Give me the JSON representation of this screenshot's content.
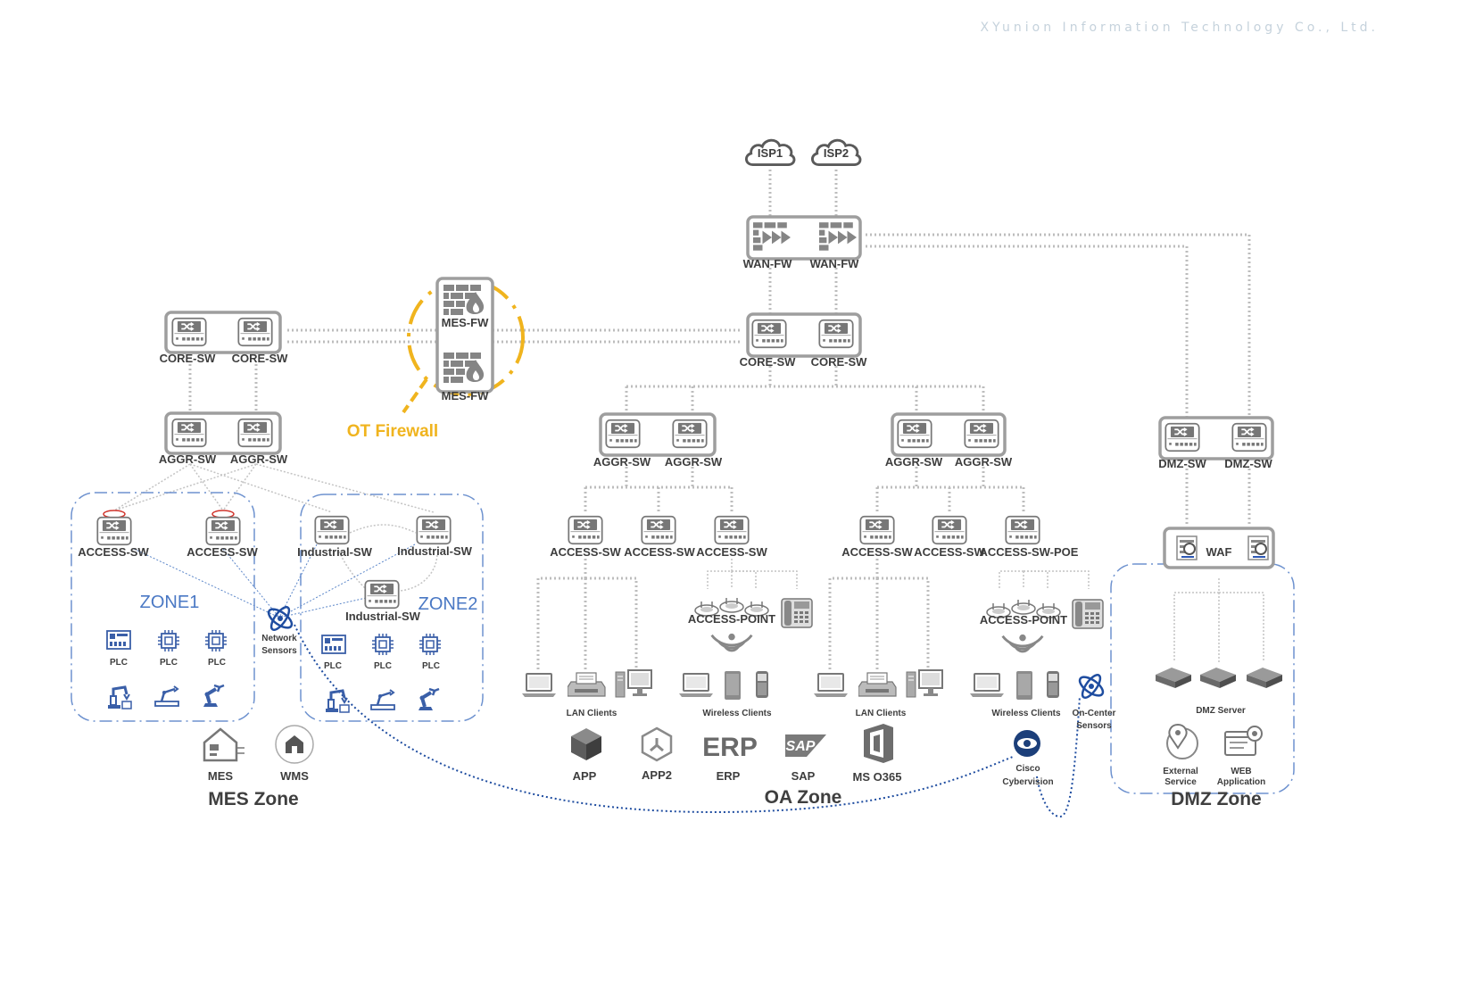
{
  "company": "XYunion Information Technology Co., Ltd.",
  "internet": {
    "isp1": "ISP1",
    "isp2": "ISP2",
    "wan_fw_left": "WAN-FW",
    "wan_fw_right": "WAN-FW",
    "core_sw_left": "CORE-SW",
    "core_sw_right": "CORE-SW"
  },
  "ot_firewall": {
    "title": "OT Firewall",
    "fw_top": "MES-FW",
    "fw_bottom": "MES-FW"
  },
  "mes": {
    "zone_title": "MES Zone",
    "core_left": "CORE-SW",
    "core_right": "CORE-SW",
    "aggr_left": "AGGR-SW",
    "aggr_right": "AGGR-SW",
    "zone1": {
      "title": "ZONE1",
      "access_left": "ACCESS-SW",
      "access_right": "ACCESS-SW",
      "plc": [
        "PLC",
        "PLC",
        "PLC"
      ]
    },
    "zone2": {
      "title": "ZONE2",
      "ind_left": "Industrial-SW",
      "ind_right": "Industrial-SW",
      "ind_bottom": "Industrial-SW",
      "plc": [
        "PLC",
        "PLC",
        "PLC"
      ]
    },
    "network_sensors": "Network Sensors",
    "apps": [
      "MES",
      "WMS"
    ]
  },
  "oa": {
    "zone_title": "OA Zone",
    "left": {
      "aggr_left": "AGGR-SW",
      "aggr_right": "AGGR-SW",
      "access": [
        "ACCESS-SW",
        "ACCESS-SW",
        "ACCESS-SW"
      ],
      "access_point": "ACCESS-POINT",
      "lan_clients": "LAN Clients",
      "wireless_clients": "Wireless Clients"
    },
    "right": {
      "aggr_left": "AGGR-SW",
      "aggr_right": "AGGR-SW",
      "access": [
        "ACCESS-SW",
        "ACCESS-SW",
        "ACCESS-SW-POE"
      ],
      "access_point": "ACCESS-POINT",
      "lan_clients": "LAN Clients",
      "wireless_clients": "Wireless Clients"
    },
    "apps": [
      "APP",
      "APP2",
      "ERP",
      "SAP",
      "MS O365"
    ],
    "on_center_sensors": "On-Center Sensors",
    "cybervision": "Cisco Cybervision"
  },
  "dmz": {
    "zone_title": "DMZ Zone",
    "sw_left": "DMZ-SW",
    "sw_right": "DMZ-SW",
    "waf": "WAF",
    "server": "DMZ Server",
    "external_service": "External Service",
    "web_application": "WEB Application"
  },
  "colors": {
    "device_gray": "#7a7a7a",
    "zone_border": "#6e92cf",
    "ot_highlight": "#f0b41e",
    "sensor_blue": "#1f4da0"
  }
}
